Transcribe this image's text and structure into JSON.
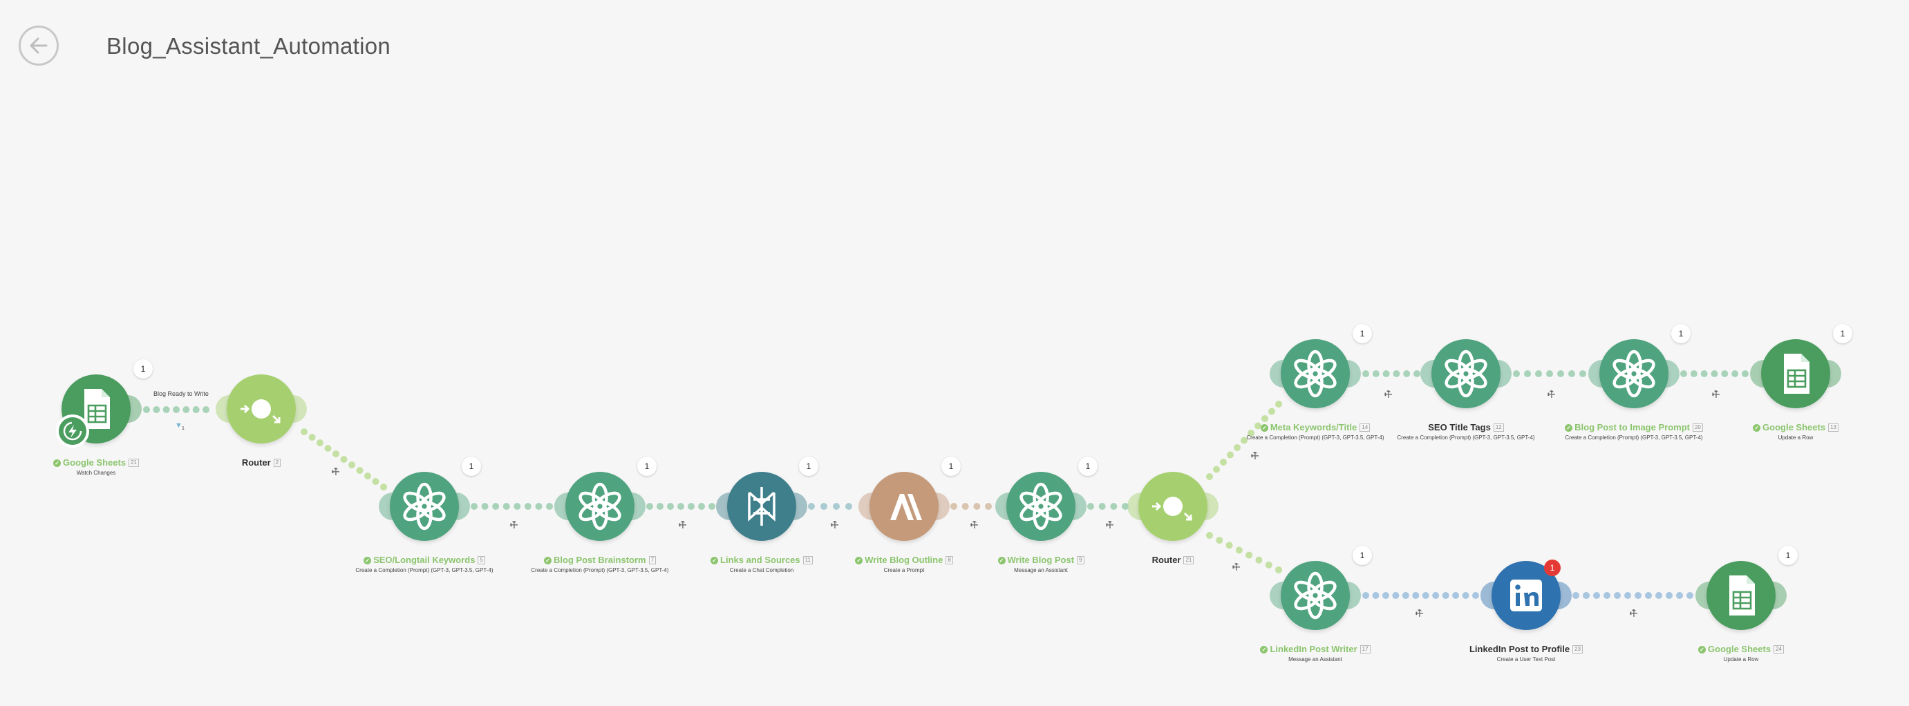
{
  "header": {
    "title": "Blog_Assistant_Automation",
    "back_icon": "arrow-left-icon"
  },
  "colors": {
    "openai": "#4fa37f",
    "sheets": "#4a9d5f",
    "router": "#a6d06f",
    "perplexity": "#3f7f8c",
    "anthropic": "#c49a7a",
    "linkedin": "#2f72b0",
    "label_green": "#8cc56e",
    "error": "#e53935"
  },
  "filters": {
    "first": {
      "label": "Blog Ready to Write",
      "count": "1"
    }
  },
  "modules": [
    {
      "id": "sheets-watch",
      "title": "Google Sheets",
      "index": "21",
      "subtitle": "Watch Changes",
      "badge": "1",
      "icon": "google-sheets-icon"
    },
    {
      "id": "router-1",
      "title": "Router",
      "index": "2",
      "subtitle": "",
      "badge": "",
      "icon": "router-icon"
    },
    {
      "id": "seo-keywords",
      "title": "SEO/Longtail Keywords",
      "index": "5",
      "subtitle": "Create a Completion (Prompt) (GPT-3, GPT-3.5, GPT-4)",
      "badge": "1",
      "icon": "openai-icon"
    },
    {
      "id": "brainstorm",
      "title": "Blog Post Brainstorm",
      "index": "7",
      "subtitle": "Create a Completion (Prompt) (GPT-3, GPT-3.5, GPT-4)",
      "badge": "1",
      "icon": "openai-icon"
    },
    {
      "id": "links-sources",
      "title": "Links and Sources",
      "index": "11",
      "subtitle": "Create a Chat Completion",
      "badge": "1",
      "icon": "perplexity-icon"
    },
    {
      "id": "outline",
      "title": "Write Blog Outline",
      "index": "8",
      "subtitle": "Create a Prompt",
      "badge": "1",
      "icon": "anthropic-icon"
    },
    {
      "id": "write-post",
      "title": "Write Blog Post",
      "index": "9",
      "subtitle": "Message an Assistant",
      "badge": "1",
      "icon": "openai-icon"
    },
    {
      "id": "router-2",
      "title": "Router",
      "index": "21",
      "subtitle": "",
      "badge": "",
      "icon": "router-icon"
    },
    {
      "id": "meta-keywords",
      "title": "Meta Keywords/Title",
      "index": "14",
      "subtitle": "Create a Completion (Prompt) (GPT-3, GPT-3.5, GPT-4)",
      "badge": "1",
      "icon": "openai-icon"
    },
    {
      "id": "seo-title-tags",
      "title": "SEO Title Tags",
      "index": "12",
      "subtitle": "Create a Completion (Prompt) (GPT-3, GPT-3.5, GPT-4)",
      "badge": "",
      "icon": "openai-icon"
    },
    {
      "id": "image-prompt",
      "title": "Blog Post to Image Prompt",
      "index": "20",
      "subtitle": "Create a Completion (Prompt) (GPT-3, GPT-3.5, GPT-4)",
      "badge": "1",
      "icon": "openai-icon"
    },
    {
      "id": "sheets-update-1",
      "title": "Google Sheets",
      "index": "13",
      "subtitle": "Update a Row",
      "badge": "1",
      "icon": "google-sheets-icon"
    },
    {
      "id": "linkedin-writer",
      "title": "LinkedIn Post Writer",
      "index": "17",
      "subtitle": "Message an Assistant",
      "badge": "1",
      "icon": "openai-icon"
    },
    {
      "id": "linkedin-post",
      "title": "LinkedIn Post to Profile",
      "index": "23",
      "subtitle": "Create a User Text Post",
      "badge": "1",
      "icon": "linkedin-icon"
    },
    {
      "id": "sheets-update-2",
      "title": "Google Sheets",
      "index": "24",
      "subtitle": "Update a Row",
      "badge": "1",
      "icon": "google-sheets-icon"
    }
  ]
}
